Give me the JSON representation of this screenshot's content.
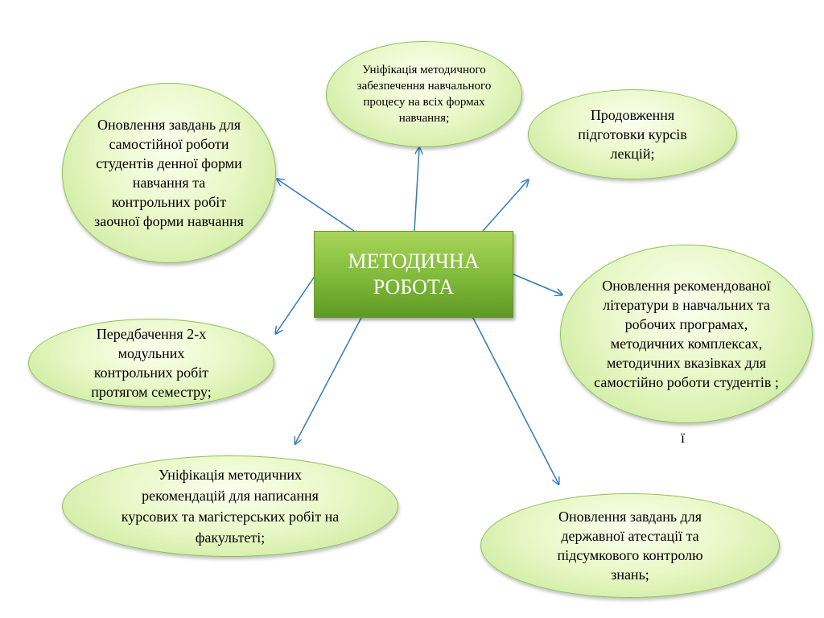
{
  "center": {
    "label_line1": "МЕТОДИЧНА",
    "label_line2": "РОБОТА"
  },
  "colors": {
    "center_fill": "#7fb93a",
    "bubble_fill": "#e9f8c8",
    "bubble_border": "#8dc05a",
    "arrow": "#2e7bbd"
  },
  "bubbles": [
    {
      "text": "Оновлення завдань для самостійної роботи студентів денної форми навчання та контрольних робіт заочної форми навчання"
    },
    {
      "text": "Уніфікація методичного забезпечення навчального процесу на всіх формах навчання;"
    },
    {
      "text": "Продовження підготовки курсів лекцій;"
    },
    {
      "text": "Оновлення рекомендованої літератури в навчальних та робочих програмах, методичних комплексах, методичних вказівках для самостійно роботи студентів ;"
    },
    {
      "text": "Передбачення 2-х модульних контрольних робіт протягом семестру;"
    },
    {
      "text": "Уніфікація методичних рекомендацій для написання курсових та магістерських робіт на факультеті;"
    },
    {
      "text": "Оновлення  завдань для державної атестації та підсумкового контролю знань;"
    }
  ],
  "stray_char": "ї"
}
